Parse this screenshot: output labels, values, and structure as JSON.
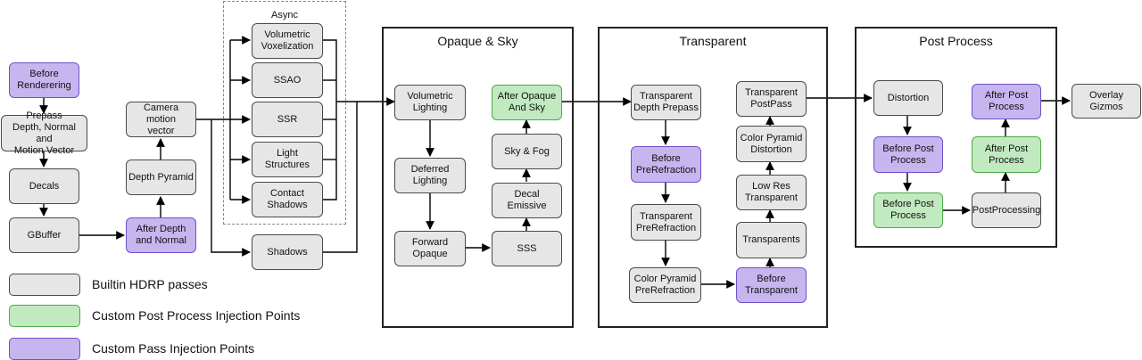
{
  "colors": {
    "builtin": "#e6e6e6",
    "custom_pass": "#c7b5ef",
    "post_process": "#c1eac0",
    "line": "#000000"
  },
  "async": {
    "title": "Async"
  },
  "sections": {
    "opaque": {
      "title": "Opaque & Sky"
    },
    "transparent": {
      "title": "Transparent"
    },
    "post": {
      "title": "Post Process"
    }
  },
  "nodes": {
    "before_rendering": "Before\nRenderering",
    "prepass": "Prepass\nDepth, Normal and\nMotion Vector",
    "decals": "Decals",
    "gbuffer": "GBuffer",
    "after_depth_normal": "After Depth\nand Normal",
    "depth_pyramid": "Depth Pyramid",
    "camera_motion": "Camera motion\nvector",
    "vol_voxel": "Volumetric\nVoxelization",
    "ssao": "SSAO",
    "ssr": "SSR",
    "light_structures": "Light\nStructures",
    "contact_shadows": "Contact\nShadows",
    "shadows": "Shadows",
    "vol_lighting": "Volumetric\nLighting",
    "deferred": "Deferred\nLighting",
    "forward_opaque": "Forward\nOpaque",
    "sss": "SSS",
    "decal_emissive": "Decal Emissive",
    "sky_fog": "Sky & Fog",
    "after_opaque_sky": "After Opaque\nAnd Sky",
    "transp_depth_prepass": "Transparent\nDepth Prepass",
    "before_prerefraction": "Before\nPreRefraction",
    "transp_prerefraction": "Transparent\nPreRefraction",
    "color_pyr_prerefraction": "Color Pyramid\nPreRefraction",
    "before_transparent": "Before\nTransparent",
    "transparents": "Transparents",
    "low_res_transparent": "Low Res\nTransparent",
    "color_pyr_distortion": "Color Pyramid\nDistortion",
    "transp_postpass": "Transparent\nPostPass",
    "distortion": "Distortion",
    "before_post_custom": "Before Post\nProcess",
    "before_post_pp": "Before Post\nProcess",
    "postprocessing": "PostProcessing",
    "after_post_pp": "After Post\nProcess",
    "after_post_custom": "After Post\nProcess",
    "overlay_gizmos": "Overlay\nGizmos"
  },
  "legend": {
    "builtin": "Builtin HDRP passes",
    "post_process": "Custom Post Process Injection Points",
    "custom_pass": "Custom Pass Injection Points"
  }
}
